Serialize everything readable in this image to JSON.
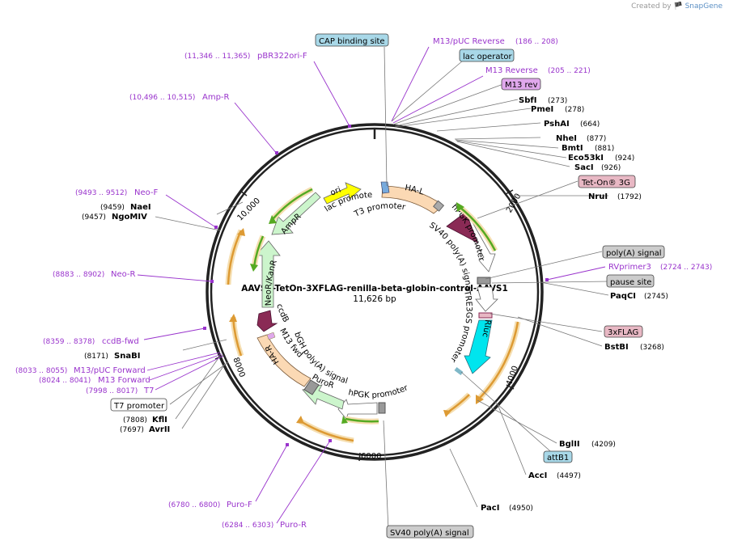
{
  "credit": {
    "prefix": "Created by",
    "brand": "SnapGene"
  },
  "plasmid": {
    "name": "AAVS1-TetOn-3XFLAG-renilla-beta-globin-control-AAVS1",
    "size": "11,626 bp"
  },
  "colors": {
    "primer": "#9933cc",
    "feature_blue_fill": "#a8d8e8",
    "feature_pink_fill": "#e8b8c4",
    "feature_purple_fill": "#e0a8ec",
    "ha_fill": "#fbd9b4",
    "promoter_fill": "#ffffff",
    "ampr_fill": "#ccf5cc",
    "ori_fill": "#ffff00",
    "rluc_fill": "#00e5ee",
    "tet_fill": "#8a2a55",
    "ccdb_fill": "#8a2a55",
    "orf_arrow": "#dd9a33",
    "green_arrow": "#55aa22"
  },
  "ticks": [
    "2000",
    "4000",
    "6000",
    "8000",
    "10,000"
  ],
  "arc_labels": {
    "ha_l": "HA-L",
    "ha_r": "HA-R",
    "ori": "ori",
    "ampr": "AmpR",
    "lac_promoter": "lac promoter",
    "t3_promoter": "T3 promoter",
    "hpgk_promoter_1": "hPGK promoter",
    "sv40_polya_signal": "SV40 poly(A) signal",
    "tre3gs": "TRE3GS promoter",
    "rluc": "Rluc",
    "hpgk_promoter_2": "hPGK promoter",
    "puror": "PuroR",
    "bgh_polya": "bGH poly(A) signal",
    "m13_fwd": "M13 fwd",
    "ccdb": "ccdB",
    "neor": "NeoR/KanR"
  },
  "labels": {
    "cap_binding_site": "CAP binding site",
    "m13_puc_reverse": "M13/pUC Reverse",
    "m13_puc_reverse_pos": "(186 .. 208)",
    "lac_operator": "lac operator",
    "m13_reverse": "M13 Reverse",
    "m13_reverse_pos": "(205 .. 221)",
    "m13_rev": "M13 rev",
    "sbfi": "SbfI",
    "sbfi_pos": "(273)",
    "pmei": "PmeI",
    "pmei_pos": "(278)",
    "pshai": "PshAI",
    "pshai_pos": "(664)",
    "nhei": "NheI",
    "nhei_pos": "(877)",
    "bmti": "BmtI",
    "bmti_pos": "(881)",
    "eco53ki": "Eco53kI",
    "eco53ki_pos": "(924)",
    "saci": "SacI",
    "saci_pos": "(926)",
    "teton3g": "Tet-On® 3G",
    "nrui": "NruI",
    "nrui_pos": "(1792)",
    "polya_signal": "poly(A) signal",
    "rvprimer3": "RVprimer3",
    "rvprimer3_pos": "(2724 .. 2743)",
    "pause_site": "pause site",
    "paqci": "PaqCI",
    "paqci_pos": "(2745)",
    "three_xflag": "3xFLAG",
    "bstbi": "BstBI",
    "bstbi_pos": "(3268)",
    "bglii": "BglII",
    "bglii_pos": "(4209)",
    "attb1": "attB1",
    "acci": "AccI",
    "acci_pos": "(4497)",
    "paci": "PacI",
    "paci_pos": "(4950)",
    "sv40_polya_bottom": "SV40 poly(A) signal",
    "pbr322ori_f_pos": "(11,346 .. 11,365)",
    "pbr322ori_f": "pBR322ori-F",
    "amp_r_pos": "(10,496 .. 10,515)",
    "amp_r": "Amp-R",
    "neo_f_pos": "(9493 .. 9512)",
    "neo_f": "Neo-F",
    "naei_pos": "(9459)",
    "naei": "NaeI",
    "ngomiv_pos": "(9457)",
    "ngomiv": "NgoMIV",
    "neo_r_pos": "(8883 .. 8902)",
    "neo_r": "Neo-R",
    "ccdb_fwd_pos": "(8359 .. 8378)",
    "ccdb_fwd": "ccdB-fwd",
    "snabi_pos": "(8171)",
    "snabi": "SnaBI",
    "m13_puc_forward_pos": "(8033 .. 8055)",
    "m13_puc_forward": "M13/pUC Forward",
    "m13_forward_pos": "(8024 .. 8041)",
    "m13_forward": "M13 Forward",
    "t7_pos": "(7998 .. 8017)",
    "t7": "T7",
    "t7_promoter": "T7 promoter",
    "kfli_pos": "(7808)",
    "kfli": "KflI",
    "avrii_pos": "(7697)",
    "avrii": "AvrII",
    "puro_f_pos": "(6780 .. 6800)",
    "puro_f": "Puro-F",
    "puro_r_pos": "(6284 .. 6303)",
    "puro_r": "Puro-R"
  }
}
